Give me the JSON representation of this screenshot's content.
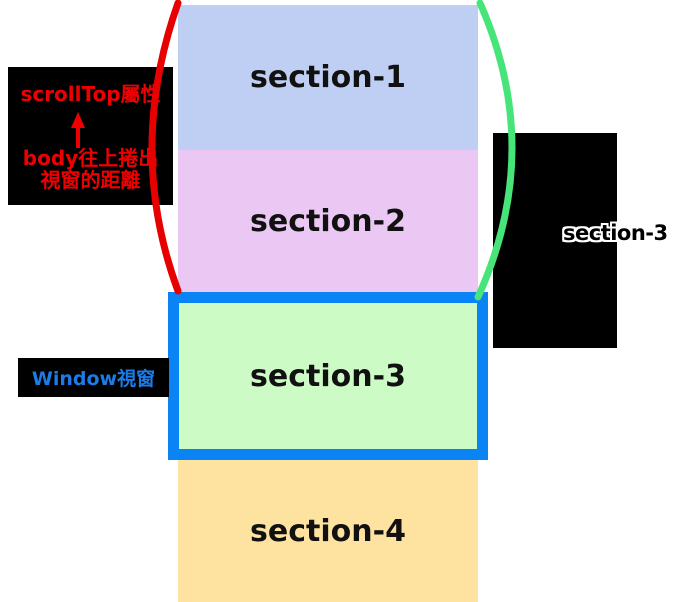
{
  "sections": [
    {
      "label": "section-1"
    },
    {
      "label": "section-2"
    },
    {
      "label": "section-3"
    },
    {
      "label": "section-4"
    }
  ],
  "labels": {
    "scrolltop_title": "scrollTop屬性",
    "scrolltop_desc_line1": "body往上捲出",
    "scrolltop_desc_line2": "視窗的距離",
    "window_label": "Window視窗",
    "right_label": "section-3"
  },
  "icons": {
    "up_arrow_icon": "↑"
  },
  "colors": {
    "section1_bg": "#bfcef3",
    "section2_bg": "#ebc8f3",
    "section3_bg": "#cdfbc6",
    "section4_bg": "#fee3a0",
    "section_text": "#111111",
    "label_box_bg": "#000000",
    "scrolltop_text": "#ee0000",
    "window_label_text": "#1b7ce8",
    "red_curve": "#e60000",
    "green_curve": "#47e579",
    "viewport_border": "#0a84f4"
  }
}
